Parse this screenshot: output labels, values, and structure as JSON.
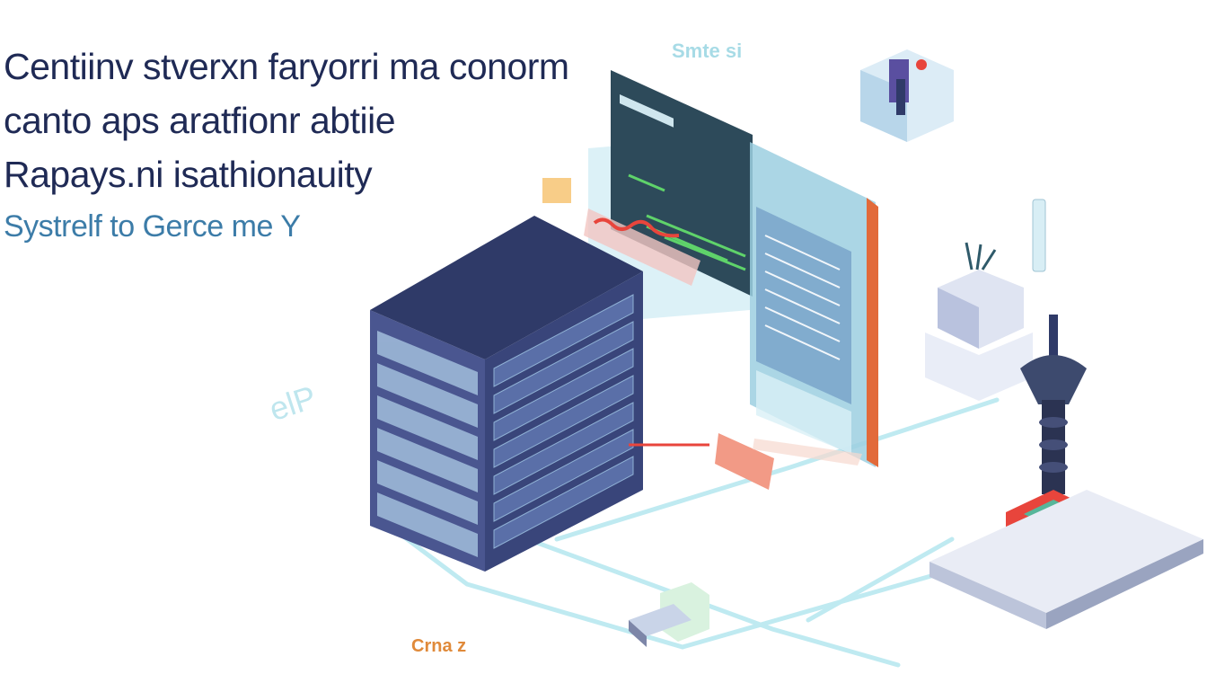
{
  "headline": {
    "line1": "Centiinv stverxn faryorri ma conorm",
    "line2": "canto aps aratfionr abtiie",
    "line3": "Rapays.ni isathionauity",
    "line4": "Systrelf to Gerce me Y"
  },
  "scene_labels": {
    "top": "Smte si",
    "bottom": "Crna z",
    "left": "elP"
  },
  "colors": {
    "server_dark": "#2f3a68",
    "server_front": "#4a5690",
    "screen_dark": "#2d4a5a",
    "panel_blue": "#8cc6da",
    "accent_red": "#e8453c",
    "accent_cyan": "#9fe0ea",
    "plate": "#e9ecf5"
  },
  "icons": [
    "server-rack-icon",
    "monitor-panel-icon",
    "robot-arm-icon",
    "cube-icon",
    "plant-device-icon",
    "usb-drive-icon"
  ]
}
